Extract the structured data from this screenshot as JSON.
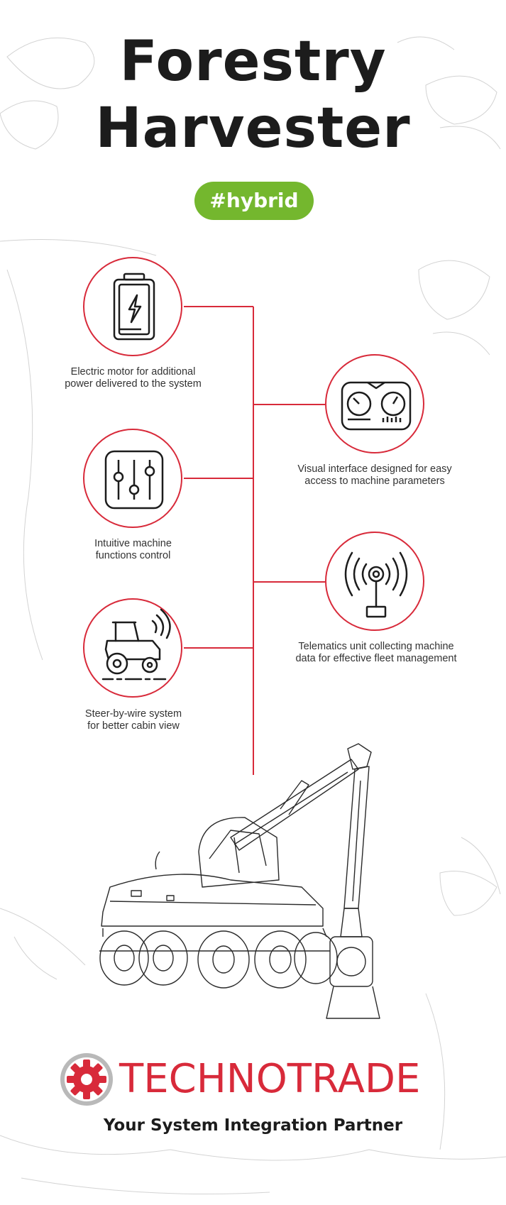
{
  "title_lines": [
    "Forestry",
    "Harvester"
  ],
  "tag": "#hybrid",
  "colors": {
    "accent_red": "#d82a3a",
    "tag_green": "#74b72e",
    "text_dark": "#1c1c1c"
  },
  "features": [
    {
      "icon": "battery-icon",
      "caption_lines": [
        "Electric motor for additional",
        "power delivered to the system"
      ]
    },
    {
      "icon": "dashboard-gauges-icon",
      "caption_lines": [
        "Visual interface designed for easy",
        "access to machine parameters"
      ]
    },
    {
      "icon": "sliders-icon",
      "caption_lines": [
        "Intuitive machine",
        "functions control"
      ]
    },
    {
      "icon": "antenna-icon",
      "caption_lines": [
        "Telematics unit collecting machine",
        "data for effective fleet management"
      ]
    },
    {
      "icon": "tractor-wireless-icon",
      "caption_lines": [
        "Steer-by-wire system",
        "for better cabin view"
      ]
    }
  ],
  "brand": {
    "name": "TECHNOTRADE",
    "slogan": "Your System Integration Partner",
    "logo_icon": "gear-icon"
  }
}
